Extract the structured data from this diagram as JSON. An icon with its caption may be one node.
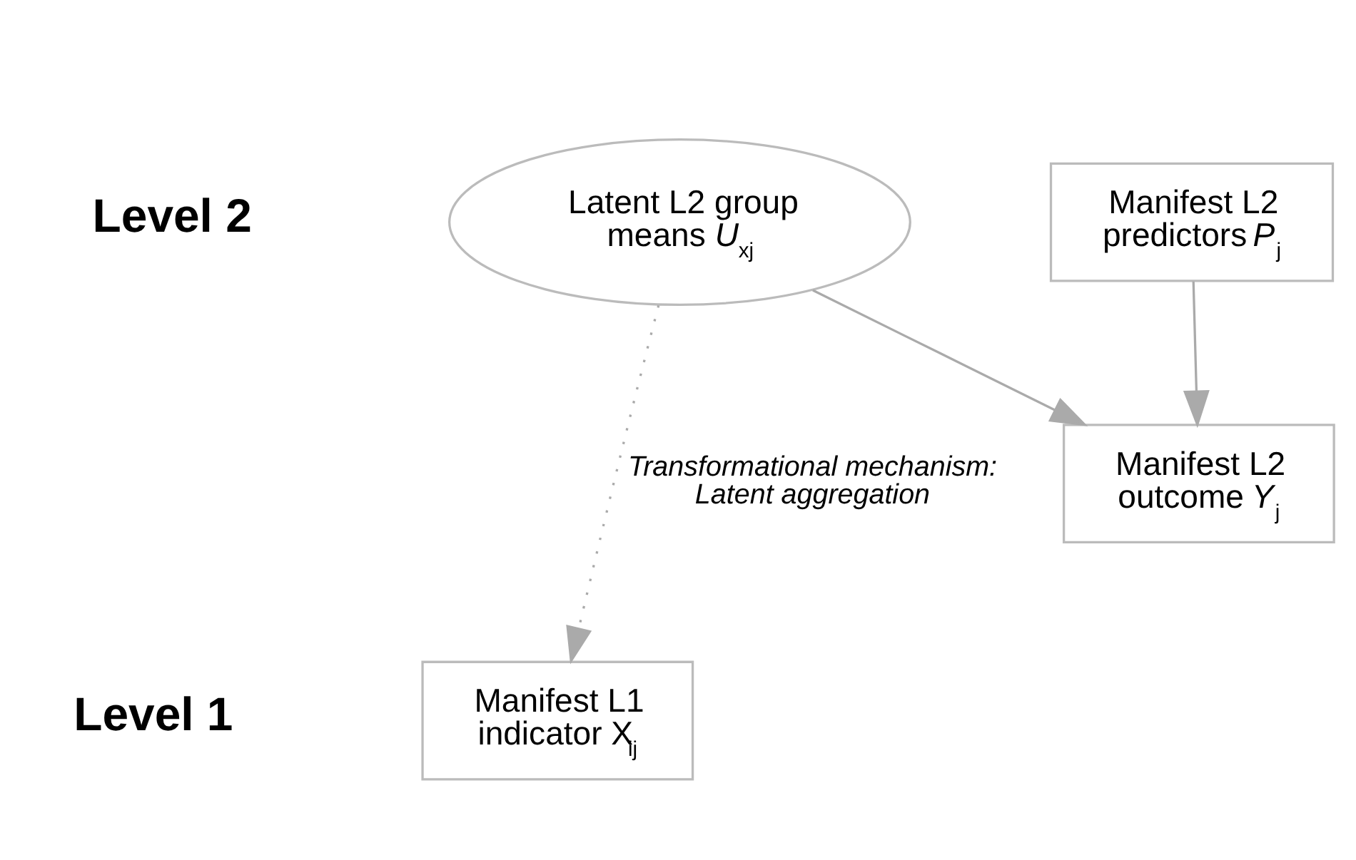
{
  "diagram": {
    "nodes": [
      {
        "text": [
          "Manifest L2 predictors *P*$_{j}$"
        ]
      },
      {
        "text": [
          "Manifest L2 outcome *Y*$_{j}$"
        ]
      },
      {
        "text": [
          "Latent L2 group means *U*$_{xj}$"
        ]
      },
      {
        "text": [
          "Manifest L1 indicator X$_{ij}$"
        ]
      }
    ],
    "edges": [
      {
        "from": 0,
        "to": 1,
        "arrow": "to"
      },
      {
        "from": 2,
        "to": 1,
        "arrow": "to"
      },
      {
        "from": 2,
        "to": 3,
        "arrow": "to",
        "style": "dashed",
        "label": "Transformational mechanism: Latent aggregation"
      }
    ],
    "labels": [
      "Level 2",
      "Level 1"
    ]
  }
}
